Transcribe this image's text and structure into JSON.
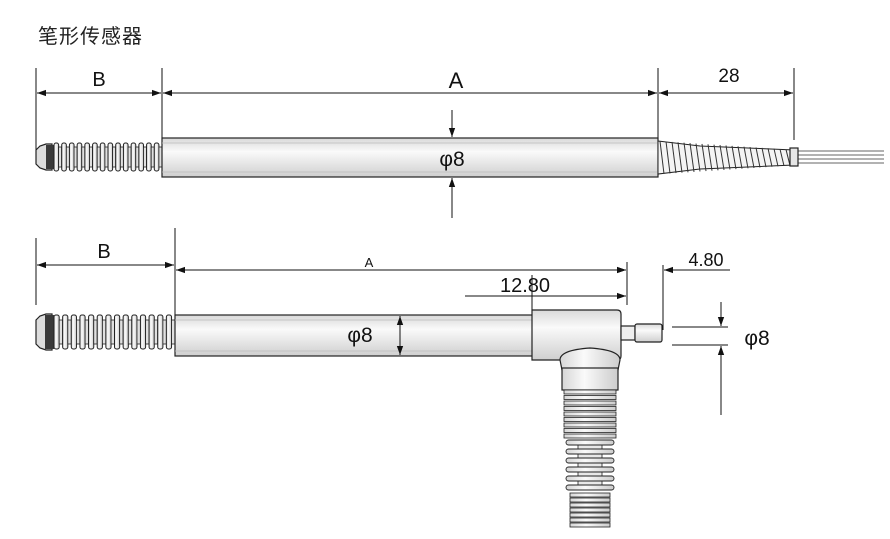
{
  "title": "笔形传感器",
  "top_sensor": {
    "dim_b": "B",
    "dim_a": "A",
    "dim_cable": "28",
    "dim_dia": "φ8"
  },
  "bottom_sensor": {
    "dim_b": "B",
    "dim_a": "A",
    "dim_offset": "12.80",
    "dim_pin": "4.80",
    "dim_dia_body": "φ8",
    "dim_dia_side": "φ8"
  },
  "colors": {
    "body_fill": "#f1f1f1",
    "tip_fill": "#3a3a3a",
    "line": "#111111"
  }
}
